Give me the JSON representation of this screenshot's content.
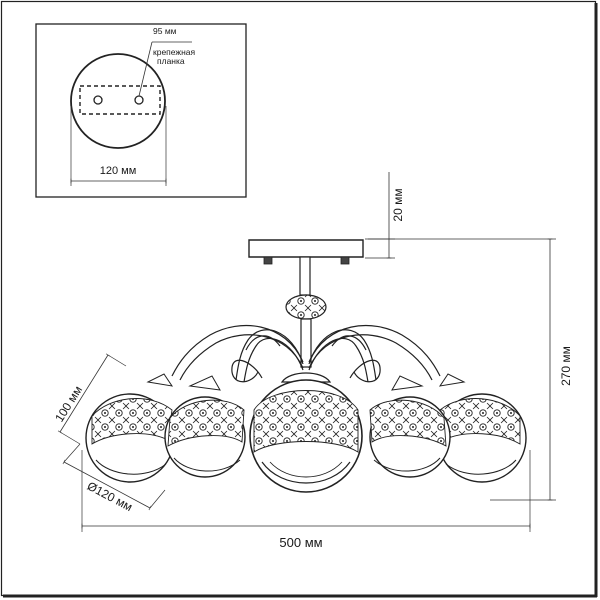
{
  "inset": {
    "bracket_length": "95 мм",
    "bracket_label_line1": "крепежная",
    "bracket_label_line2": "планка",
    "plate_diameter": "120 мм"
  },
  "dimensions": {
    "canopy_height": "20 мм",
    "total_height": "270 мм",
    "shade_height": "100 мм",
    "shade_diameter": "Ø120 мм",
    "total_width": "500 мм"
  }
}
